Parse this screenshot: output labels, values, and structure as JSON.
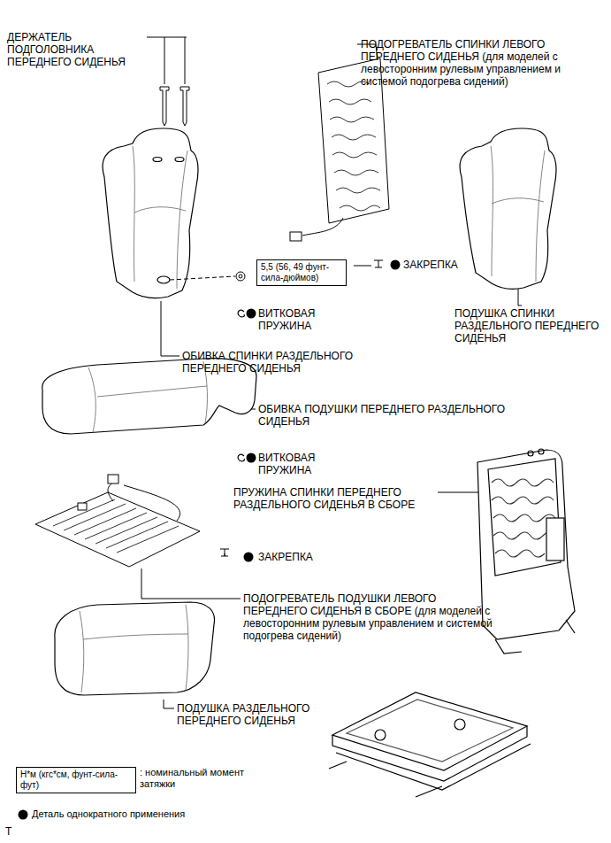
{
  "diagram": {
    "nodes": [
      {
        "text": [
          "5,5 (56, 49 фунт-сила-дюймов)"
        ]
      },
      {
        "text": [
          "Н*м (кгс*см, фунт-сила-фут)"
        ]
      }
    ],
    "labels": [
      "ДЕРЖАТЕЛЬ ПОДГОЛОВНИКА ПЕРЕДНЕГО СИДЕНЬЯ",
      "ПОДОГРЕВАТЕЛЬ СПИНКИ ЛЕВОГО ПЕРЕДНЕГО СИДЕНЬЯ (для моделей с левосторонним рулевым управлением и системой подогрева сидений)",
      "ЗАКРЕПКА",
      "ВИТКОВАЯ ПРУЖИНА",
      "ПОДУШКА СПИНКИ РАЗДЕЛЬНОГО ПЕРЕДНЕГО СИДЕНЬЯ",
      "ОБИВКА СПИНКИ РАЗДЕЛЬНОГО ПЕРЕДНЕГО СИДЕНЬЯ",
      "ОБИВКА ПОДУШКИ ПЕРЕДНЕГО РАЗДЕЛЬНОГО СИДЕНЬЯ",
      "ВИТКОВАЯ ПРУЖИНА",
      "ПРУЖИНА СПИНКИ ПЕРЕДНЕГО РАЗДЕЛЬНОГО СИДЕНЬЯ В СБОРЕ",
      "ЗАКРЕПКА",
      "ПОДОГРЕВАТЕЛЬ ПОДУШКИ ЛЕВОГО ПЕРЕДНЕГО СИДЕНЬЯ В СБОРЕ (для моделей с левосторонним рулевым управлением и системой подогрева сидений)",
      "ПОДУШКА РАЗДЕЛЬНОГО ПЕРЕДНЕГО СИДЕНЬЯ",
      "T"
    ],
    "legend": [
      {
        "text": ": номинальный момент затяжки"
      },
      {
        "text": "Деталь однократного применения"
      }
    ]
  }
}
